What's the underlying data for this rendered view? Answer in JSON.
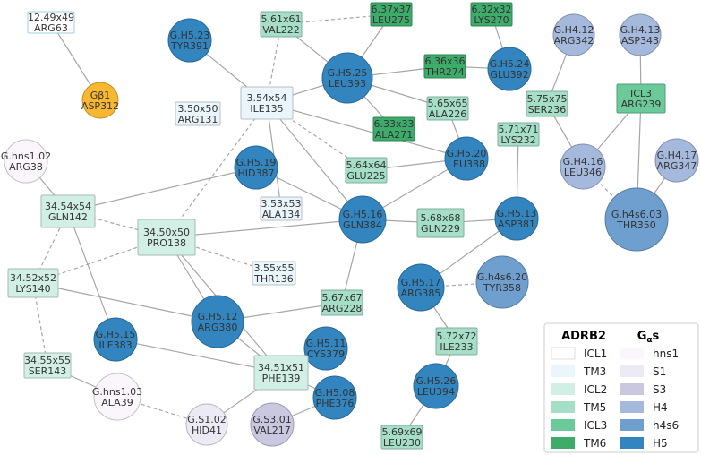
{
  "colors": {
    "ADRB2": {
      "ICL1": "#ffffff",
      "TM3": "#eaf6fc",
      "ICL2": "#d2efe6",
      "TM5": "#a5dfc8",
      "ICL3": "#6cc999",
      "TM6": "#3dab6a"
    },
    "Gas": {
      "hns1": "#fbf6fb",
      "S1": "#eceaf4",
      "S3": "#cac7e1",
      "H4": "#a5b9dd",
      "h4s6": "#6f9fcf",
      "H5": "#3385bf"
    },
    "edge": "#a6a6a6",
    "text": "#333333"
  },
  "legend": {
    "title_left": "ADRB2",
    "title_right": "G",
    "title_right_sub": "α",
    "title_right_suffix": "s",
    "left": [
      "ICL1",
      "TM3",
      "ICL2",
      "TM5",
      "ICL3",
      "TM6"
    ],
    "right": [
      "hns1",
      "S1",
      "S3",
      "H4",
      "h4s6",
      "H5"
    ]
  },
  "nodes": [
    {
      "id": "arg63",
      "shape": "rect",
      "cat": "ICL1",
      "line1": "12.49x49",
      "line2": "ARG63"
    },
    {
      "id": "asp312",
      "shape": "circle",
      "cat": "#f7b731",
      "line1": "Gβ1",
      "line2": "ASP312"
    },
    {
      "id": "tyr391",
      "shape": "circle",
      "cat": "H5",
      "line1": "G.H5.23",
      "line2": "TYR391"
    },
    {
      "id": "arg131",
      "shape": "rect",
      "cat": "TM3",
      "line1": "3.50x50",
      "line2": "ARG131"
    },
    {
      "id": "ile135",
      "shape": "rect",
      "cat": "TM3",
      "line1": "3.54x54",
      "line2": "ILE135"
    },
    {
      "id": "val222",
      "shape": "rect",
      "cat": "TM5",
      "line1": "5.61x61",
      "line2": "VAL222"
    },
    {
      "id": "leu275",
      "shape": "rect",
      "cat": "TM6",
      "line1": "6.37x37",
      "line2": "LEU275"
    },
    {
      "id": "lys270",
      "shape": "rect",
      "cat": "TM6",
      "line1": "6.32x32",
      "line2": "LYS270"
    },
    {
      "id": "leu393",
      "shape": "circle",
      "cat": "H5",
      "line1": "G.H5.25",
      "line2": "LEU393"
    },
    {
      "id": "thr274",
      "shape": "rect",
      "cat": "TM6",
      "line1": "6.36x36",
      "line2": "THR274"
    },
    {
      "id": "glu392",
      "shape": "circle",
      "cat": "H5",
      "line1": "G.H5.24",
      "line2": "GLU392"
    },
    {
      "id": "ala226",
      "shape": "rect",
      "cat": "TM5",
      "line1": "5.65x65",
      "line2": "ALA226"
    },
    {
      "id": "ala271",
      "shape": "rect",
      "cat": "TM6",
      "line1": "6.33x33",
      "line2": "ALA271"
    },
    {
      "id": "lys232",
      "shape": "rect",
      "cat": "TM5",
      "line1": "5.71x71",
      "line2": "LYS232"
    },
    {
      "id": "leu388",
      "shape": "circle",
      "cat": "H5",
      "line1": "G.H5.20",
      "line2": "LEU388"
    },
    {
      "id": "glu225",
      "shape": "rect",
      "cat": "TM5",
      "line1": "5.64x64",
      "line2": "GLU225"
    },
    {
      "id": "arg38",
      "shape": "circle",
      "cat": "hns1",
      "line1": "G.hns1.02",
      "line2": "ARG38"
    },
    {
      "id": "hid387",
      "shape": "circle",
      "cat": "H5",
      "line1": "G.H5.19",
      "line2": "HID387"
    },
    {
      "id": "ala134",
      "shape": "rect",
      "cat": "TM3",
      "line1": "3.53x53",
      "line2": "ALA134"
    },
    {
      "id": "gln142",
      "shape": "rect",
      "cat": "ICL2",
      "line1": "34.54x54",
      "line2": "GLN142"
    },
    {
      "id": "pro138",
      "shape": "rect",
      "cat": "ICL2",
      "line1": "34.50x50",
      "line2": "PRO138"
    },
    {
      "id": "gln384",
      "shape": "circle",
      "cat": "H5",
      "line1": "G.H5.16",
      "line2": "GLN384"
    },
    {
      "id": "gln229",
      "shape": "rect",
      "cat": "TM5",
      "line1": "5.68x68",
      "line2": "GLN229"
    },
    {
      "id": "asp381",
      "shape": "circle",
      "cat": "H5",
      "line1": "G.H5.13",
      "line2": "ASP381"
    },
    {
      "id": "lys140",
      "shape": "rect",
      "cat": "ICL2",
      "line1": "34.52x52",
      "line2": "LYS140"
    },
    {
      "id": "thr136",
      "shape": "rect",
      "cat": "TM3",
      "line1": "3.55x55",
      "line2": "THR136"
    },
    {
      "id": "arg385",
      "shape": "circle",
      "cat": "H5",
      "line1": "G.H5.17",
      "line2": "ARG385"
    },
    {
      "id": "tyr358",
      "shape": "circle",
      "cat": "h4s6",
      "line1": "G.h4s6.20",
      "line2": "TYR358"
    },
    {
      "id": "arg228",
      "shape": "rect",
      "cat": "TM5",
      "line1": "5.67x67",
      "line2": "ARG228"
    },
    {
      "id": "ile383",
      "shape": "circle",
      "cat": "H5",
      "line1": "G.H5.15",
      "line2": "ILE383"
    },
    {
      "id": "arg380",
      "shape": "circle",
      "cat": "H5",
      "line1": "G.H5.12",
      "line2": "ARG380"
    },
    {
      "id": "cys379",
      "shape": "circle",
      "cat": "H5",
      "line1": "G.H5.11",
      "line2": "CYS379"
    },
    {
      "id": "ile233",
      "shape": "rect",
      "cat": "TM5",
      "line1": "5.72x72",
      "line2": "ILE233"
    },
    {
      "id": "ser143",
      "shape": "rect",
      "cat": "ICL2",
      "line1": "34.55x55",
      "line2": "SER143"
    },
    {
      "id": "phe139",
      "shape": "rect",
      "cat": "ICL2",
      "line1": "34.51x51",
      "line2": "PHE139"
    },
    {
      "id": "phe376",
      "shape": "circle",
      "cat": "H5",
      "line1": "G.H5.08",
      "line2": "PHE376"
    },
    {
      "id": "leu394",
      "shape": "circle",
      "cat": "H5",
      "line1": "G.H5.26",
      "line2": "LEU394"
    },
    {
      "id": "ala39",
      "shape": "circle",
      "cat": "hns1",
      "line1": "G.hns1.03",
      "line2": "ALA39"
    },
    {
      "id": "hid41",
      "shape": "circle",
      "cat": "S1",
      "line1": "G.S1.02",
      "line2": "HID41"
    },
    {
      "id": "val217",
      "shape": "circle",
      "cat": "S3",
      "line1": "G.S3.01",
      "line2": "VAL217"
    },
    {
      "id": "leu230",
      "shape": "rect",
      "cat": "TM5",
      "line1": "5.69x69",
      "line2": "LEU230"
    },
    {
      "id": "arg342",
      "shape": "circle",
      "cat": "H4",
      "line1": "G.H4.12",
      "line2": "ARG342"
    },
    {
      "id": "asp343",
      "shape": "circle",
      "cat": "H4",
      "line1": "G.H4.13",
      "line2": "ASP343"
    },
    {
      "id": "ser236",
      "shape": "rect",
      "cat": "TM5",
      "line1": "5.75x75",
      "line2": "SER236"
    },
    {
      "id": "arg239",
      "shape": "rect",
      "cat": "ICL3",
      "line1": "ICL3",
      "line2": "ARG239"
    },
    {
      "id": "leu346",
      "shape": "circle",
      "cat": "H4",
      "line1": "G.H4.16",
      "line2": "LEU346"
    },
    {
      "id": "arg347",
      "shape": "circle",
      "cat": "H4",
      "line1": "G.H4.17",
      "line2": "ARG347"
    },
    {
      "id": "thr350",
      "shape": "circle",
      "cat": "h4s6",
      "line1": "G.h4s6.03",
      "line2": "THR350"
    }
  ],
  "edges": [
    {
      "from": "arg63",
      "to": "asp312",
      "style": "solid"
    },
    {
      "from": "tyr391",
      "to": "ile135",
      "style": "solid"
    },
    {
      "from": "ile135",
      "to": "val222",
      "style": "dashed"
    },
    {
      "from": "val222",
      "to": "leu275",
      "style": "dashed"
    },
    {
      "from": "val222",
      "to": "leu393",
      "style": "solid"
    },
    {
      "from": "leu275",
      "to": "leu393",
      "style": "solid"
    },
    {
      "from": "ile135",
      "to": "leu393",
      "style": "solid"
    },
    {
      "from": "leu393",
      "to": "thr274",
      "style": "solid"
    },
    {
      "from": "thr274",
      "to": "glu392",
      "style": "solid"
    },
    {
      "from": "lys270",
      "to": "glu392",
      "style": "solid"
    },
    {
      "from": "leu393",
      "to": "ala271",
      "style": "solid"
    },
    {
      "from": "leu393",
      "to": "ala226",
      "style": "solid"
    },
    {
      "from": "ile135",
      "to": "leu388",
      "style": "solid"
    },
    {
      "from": "ile135",
      "to": "glu225",
      "style": "dashed"
    },
    {
      "from": "ile135",
      "to": "gln384",
      "style": "solid"
    },
    {
      "from": "ile135",
      "to": "ala134",
      "style": "solid"
    },
    {
      "from": "ile135",
      "to": "pro138",
      "style": "dashed"
    },
    {
      "from": "ala226",
      "to": "leu388",
      "style": "solid"
    },
    {
      "from": "glu225",
      "to": "leu388",
      "style": "solid"
    },
    {
      "from": "leu388",
      "to": "gln384",
      "style": "solid"
    },
    {
      "from": "gln384",
      "to": "hid387",
      "style": "solid"
    },
    {
      "from": "lys232",
      "to": "asp381",
      "style": "solid"
    },
    {
      "from": "gln229",
      "to": "asp381",
      "style": "solid"
    },
    {
      "from": "gln384",
      "to": "gln229",
      "style": "solid"
    },
    {
      "from": "gln384",
      "to": "arg228",
      "style": "solid"
    },
    {
      "from": "gln142",
      "to": "hid387",
      "style": "solid"
    },
    {
      "from": "gln142",
      "to": "arg38",
      "style": "solid"
    },
    {
      "from": "gln142",
      "to": "pro138",
      "style": "dashed"
    },
    {
      "from": "gln142",
      "to": "lys140",
      "style": "dashed"
    },
    {
      "from": "gln142",
      "to": "ile383",
      "style": "solid"
    },
    {
      "from": "pro138",
      "to": "gln384",
      "style": "solid"
    },
    {
      "from": "pro138",
      "to": "thr136",
      "style": "dashed"
    },
    {
      "from": "pro138",
      "to": "arg380",
      "style": "solid"
    },
    {
      "from": "pro138",
      "to": "lys140",
      "style": "dashed"
    },
    {
      "from": "pro138",
      "to": "phe139",
      "style": "solid"
    },
    {
      "from": "lys140",
      "to": "arg380",
      "style": "solid"
    },
    {
      "from": "lys140",
      "to": "ser143",
      "style": "dashed"
    },
    {
      "from": "ile383",
      "to": "phe139",
      "style": "solid"
    },
    {
      "from": "arg380",
      "to": "arg228",
      "style": "solid"
    },
    {
      "from": "arg380",
      "to": "phe139",
      "style": "solid"
    },
    {
      "from": "cys379",
      "to": "phe139",
      "style": "solid"
    },
    {
      "from": "phe376",
      "to": "phe139",
      "style": "solid"
    },
    {
      "from": "phe376",
      "to": "val217",
      "style": "solid"
    },
    {
      "from": "phe139",
      "to": "hid41",
      "style": "solid"
    },
    {
      "from": "ser143",
      "to": "ala39",
      "style": "solid"
    },
    {
      "from": "ala39",
      "to": "hid41",
      "style": "dashed"
    },
    {
      "from": "asp381",
      "to": "arg385",
      "style": "solid"
    },
    {
      "from": "arg385",
      "to": "tyr358",
      "style": "dashed"
    },
    {
      "from": "arg385",
      "to": "ile233",
      "style": "solid"
    },
    {
      "from": "ile233",
      "to": "leu394",
      "style": "solid"
    },
    {
      "from": "leu394",
      "to": "leu230",
      "style": "solid"
    },
    {
      "from": "arg342",
      "to": "ser236",
      "style": "solid"
    },
    {
      "from": "ser236",
      "to": "leu346",
      "style": "solid"
    },
    {
      "from": "asp343",
      "to": "arg239",
      "style": "solid"
    },
    {
      "from": "arg239",
      "to": "leu346",
      "style": "solid"
    },
    {
      "from": "arg239",
      "to": "thr350",
      "style": "solid"
    },
    {
      "from": "leu346",
      "to": "thr350",
      "style": "dashed"
    },
    {
      "from": "arg347",
      "to": "thr350",
      "style": "solid"
    }
  ]
}
